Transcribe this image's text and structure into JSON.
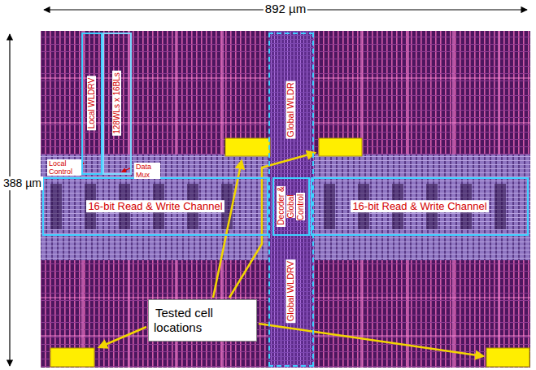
{
  "diagram": {
    "nodes": [
      {
        "text": [
          "Local WLDRV"
        ]
      },
      {
        "text": [
          "128WLs x 16BLs"
        ]
      },
      {
        "text": [
          "16-bit Read & Write Channel"
        ]
      },
      {
        "text": [
          "Global WLDR",
          "Global WLDRV"
        ]
      },
      {
        "text": [
          "Decoder & Global Control"
        ],
        "in": 3
      },
      {
        "text": [
          "16-bit Read & Write Channel"
        ]
      },
      {
        "text": [
          "Tested cell locations"
        ]
      }
    ],
    "labels": [
      "892 µm",
      "388 µm",
      "Local Control",
      "Data Mux"
    ]
  }
}
